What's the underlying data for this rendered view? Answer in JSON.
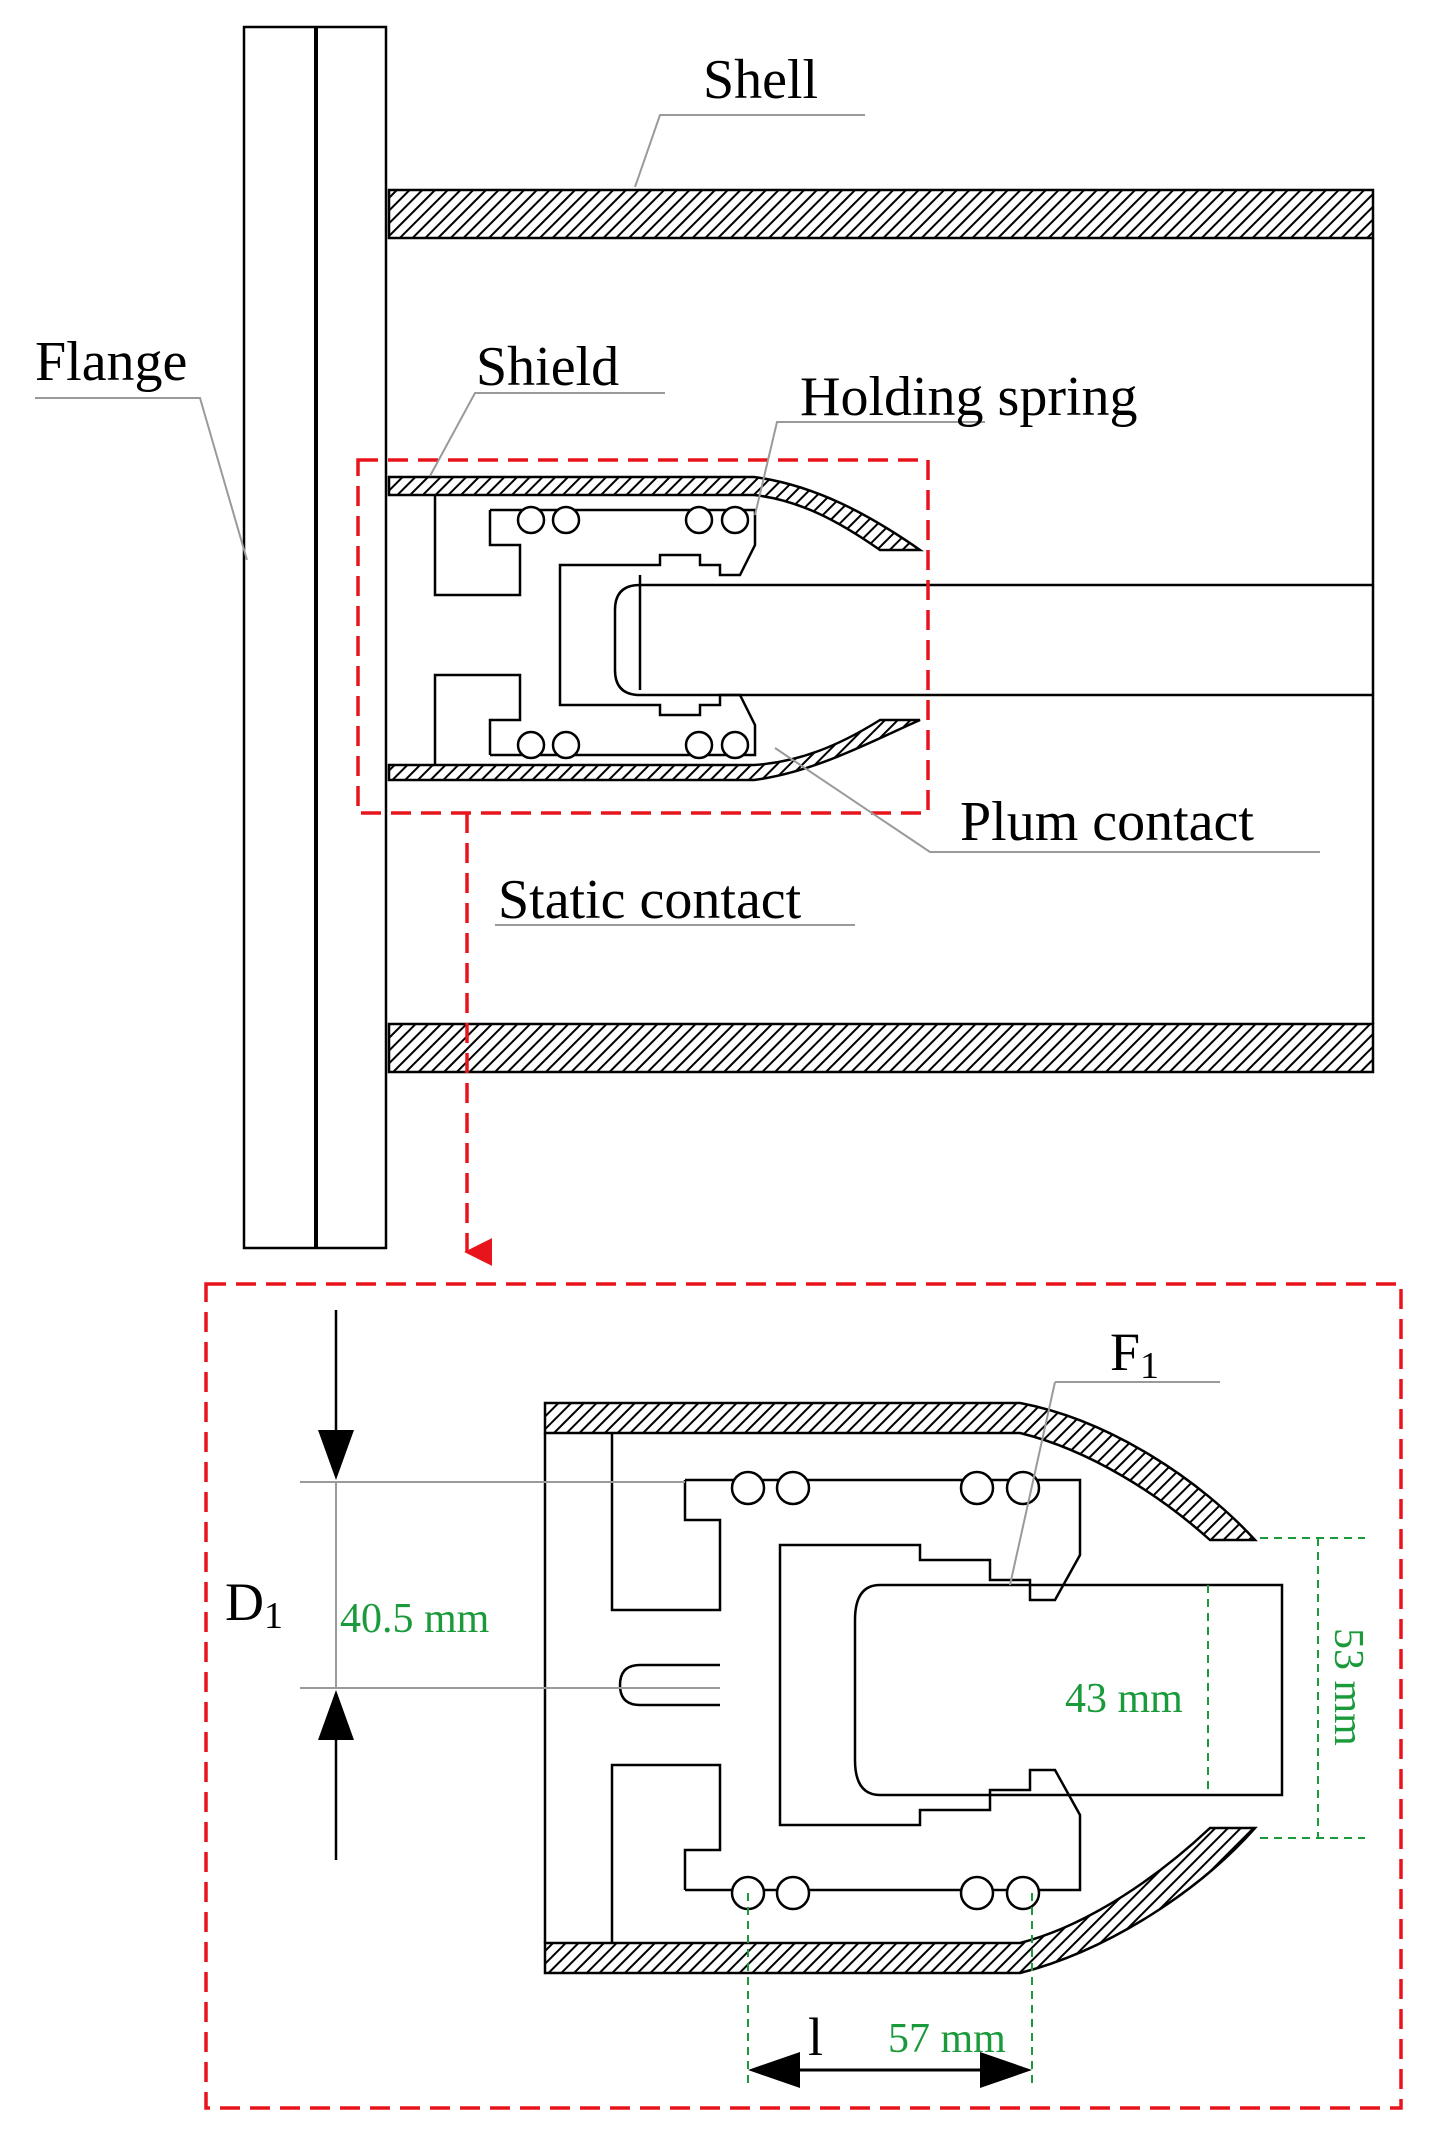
{
  "labels": {
    "shell": "Shell",
    "flange": "Flange",
    "shield": "Shield",
    "holding_spring": "Holding spring",
    "plum_contact": "Plum contact",
    "static_contact": "Static contact"
  },
  "symbols": {
    "force": "F",
    "force_sub": "1",
    "diameter": "D",
    "diameter_sub": "1",
    "length": "l"
  },
  "dimensions": {
    "d1": "40.5 mm",
    "inner": "43 mm",
    "outer": "53 mm",
    "length": "57 mm"
  },
  "colors": {
    "line": "#000000",
    "leader": "#9a9a9a",
    "highlight": "#e8141b",
    "dimension": "#1a9a3a"
  }
}
